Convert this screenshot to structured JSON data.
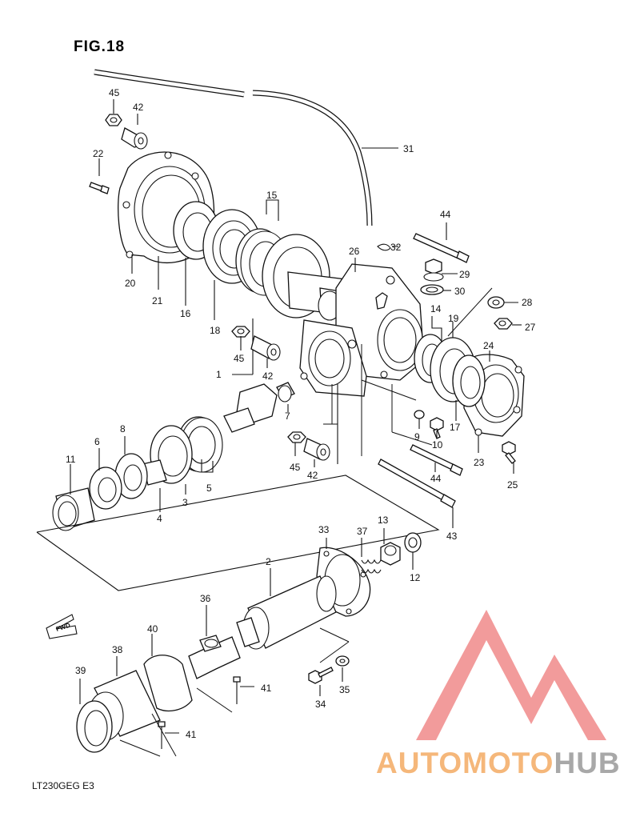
{
  "figure_title": "FIG.18",
  "model_code": "LT230GEG E3",
  "direction_label": "FWD",
  "watermark": {
    "text_part1": "AUTOMOTO",
    "text_part2": "HUB",
    "color_part1": "#f5b77a",
    "color_part2": "#a8a8a8",
    "logo_color": "#f08a8a",
    "logo_icon": "triangle-logo-icon"
  },
  "part_numbers": [
    "45",
    "42",
    "22",
    "15",
    "31",
    "20",
    "21",
    "16",
    "18",
    "26",
    "32",
    "44",
    "29",
    "30",
    "28",
    "14",
    "19",
    "27",
    "1",
    "45",
    "42",
    "24",
    "7",
    "9",
    "10",
    "17",
    "23",
    "6",
    "8",
    "11",
    "4",
    "3",
    "5",
    "45",
    "42",
    "44",
    "25",
    "43",
    "33",
    "37",
    "13",
    "12",
    "2",
    "36",
    "40",
    "38",
    "39",
    "41",
    "34",
    "35",
    "41"
  ]
}
